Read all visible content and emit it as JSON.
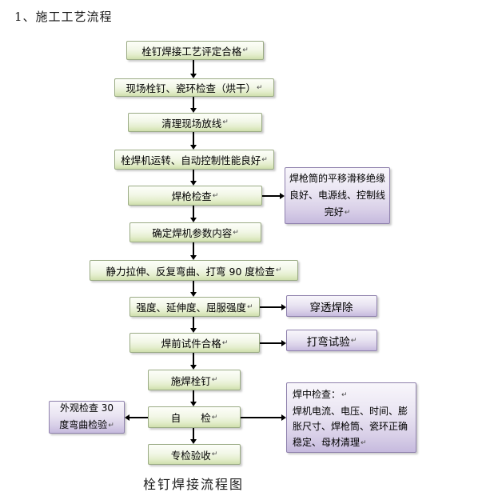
{
  "page": {
    "title": "1、施工工艺流程",
    "caption": "栓钉焊接流程图"
  },
  "colors": {
    "green_box_fill_top": "#fdfef9",
    "green_box_fill_bottom": "#cfdfad",
    "green_box_border": "#9aab84",
    "purple_box_fill_top": "#f8f6fb",
    "purple_box_fill_bottom": "#c6bade",
    "purple_box_border": "#8f81ad",
    "arrow": "#000000",
    "text": "#000000",
    "background": "#ffffff"
  },
  "flow": {
    "nodes": [
      {
        "label": "栓钉焊接工艺评定合格",
        "eol": "↵"
      },
      {
        "label": "现场栓钉、瓷环检查（烘干）",
        "eol": "↵"
      },
      {
        "label": "清理现场放线",
        "eol": "↵"
      },
      {
        "label": "栓焊机运转、自动控制性能良好",
        "eol": "↵"
      },
      {
        "label": "焊枪检查",
        "eol": "↵"
      },
      {
        "label": "确定焊机参数内容",
        "eol": "↵"
      },
      {
        "label": "静力拉伸、反复弯曲、打弯 90 度检查",
        "eol": "↵"
      },
      {
        "label": "强度、延伸度、屈服强度",
        "eol": "↵"
      },
      {
        "label": "焊前试件合格",
        "eol": "↵"
      },
      {
        "label": "施焊栓钉",
        "eol": "↵"
      },
      {
        "label": "自　　检",
        "eol": "↵"
      },
      {
        "label": "专检验收",
        "eol": "↵"
      }
    ],
    "side_notes": {
      "gun_condition": {
        "label": "焊枪筒的平移滑移绝缘良好、电源线、控制线完好",
        "eol": "↵"
      },
      "penetration": {
        "label": "穿透焊除",
        "eol": ""
      },
      "bend_test": {
        "label": "打弯试验",
        "eol": "↵"
      },
      "visual_check": {
        "label": "外观检查 30 度弯曲检验",
        "eol": "↵"
      },
      "in_weld_check": {
        "heading": "焊中检查：",
        "heading_eol": "↵",
        "body": "焊机电流、电压、时间、膨胀尺寸、焊枪筒、瓷环正确稳定、母材清理",
        "body_eol": "↵"
      }
    }
  }
}
